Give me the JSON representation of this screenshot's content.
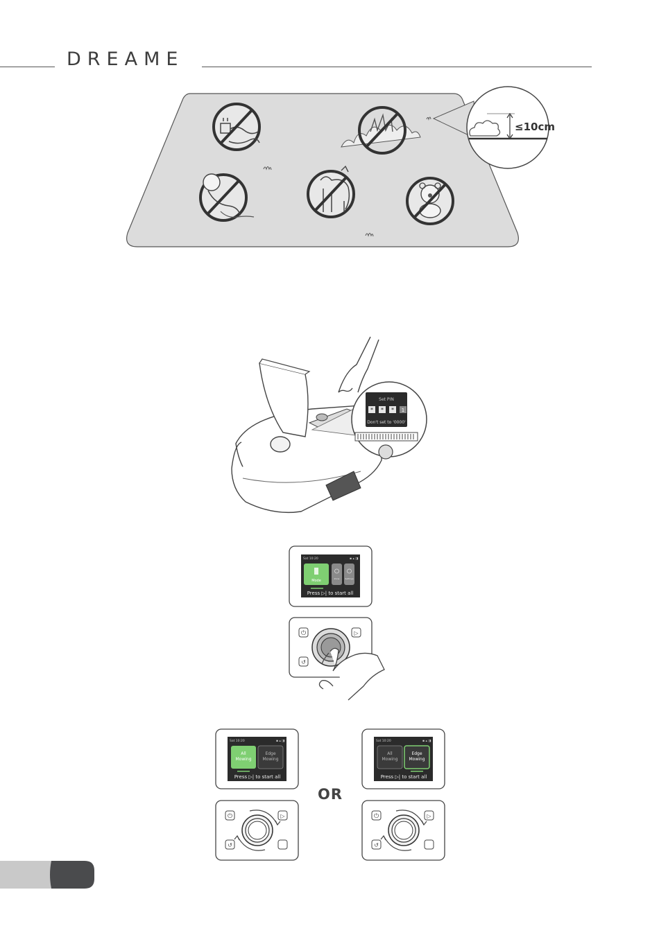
{
  "header": {
    "brand": "DREAME"
  },
  "hazard_scene": {
    "height_limit_label": "≤10cm",
    "icons": [
      "cable-icon",
      "flowerbed-icon",
      "child-icon",
      "pet-icon",
      "toy-icon"
    ]
  },
  "pin_screen": {
    "title": "Set PIN",
    "digits": [
      "*",
      "*",
      "*",
      "1"
    ],
    "hint": "Don't set to '0000'"
  },
  "main_screen": {
    "status_left": "Sat 10:20",
    "tile_mode": "Mode",
    "tile_zone": "Zone",
    "tile_settings": "Settings",
    "prompt": "Press ▷| to start all"
  },
  "all_mowing_screen": {
    "status_left": "Sat 10:20",
    "tile_all": [
      "All",
      "Mowing"
    ],
    "tile_edge": [
      "Edge",
      "Mowing"
    ],
    "prompt": "Press ▷| to start all"
  },
  "edge_mowing_screen": {
    "status_left": "Sat 10:20",
    "tile_all": [
      "All",
      "Mowing"
    ],
    "tile_edge": [
      "Edge",
      "Mowing"
    ],
    "prompt": "Press ▷| to start all"
  },
  "or_label": "OR",
  "colors": {
    "accent_green": "#7fcf72",
    "screen_bg": "#2b2b2b",
    "tab_dark": "#4a4b4d",
    "tab_light": "#c9c9c9"
  }
}
